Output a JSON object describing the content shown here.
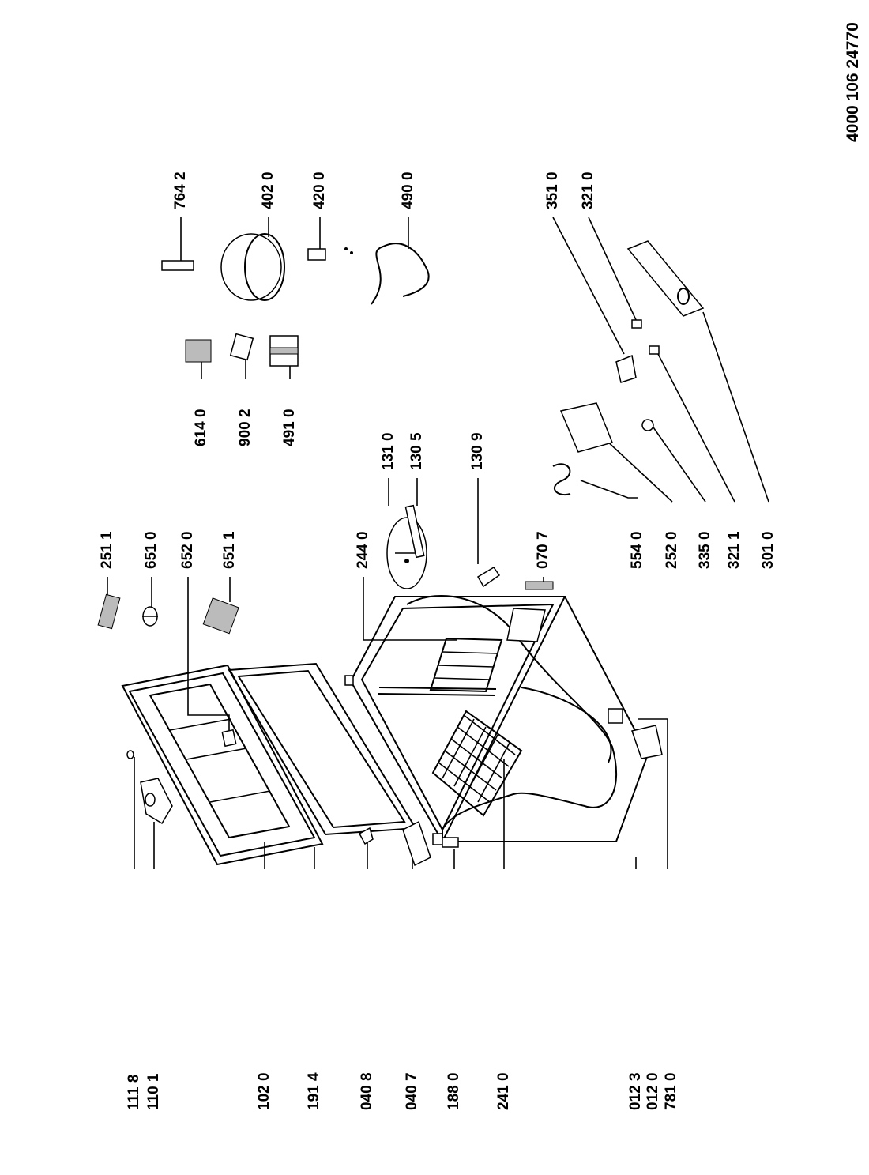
{
  "document_number": "4000 106 24770",
  "labels": {
    "p1118": "111 8",
    "p1101": "110 1",
    "p1020": "102 0",
    "p1914": "191 4",
    "p0408": "040 8",
    "p0407": "040 7",
    "p1880": "188 0",
    "p2410": "241 0",
    "p0123": "012 3",
    "p0120": "012 0",
    "p7810": "781 0",
    "p2511": "251 1",
    "p6510": "651 0",
    "p6520": "652 0",
    "p6511": "651 1",
    "p2440": "244 0",
    "p0707": "070 7",
    "p1310": "131 0",
    "p1305": "130 5",
    "p1309": "130 9",
    "p6140": "614 0",
    "p9002": "900 2",
    "p4910": "491 0",
    "p7642": "764 2",
    "p4020": "402 0",
    "p4200": "420 0",
    "p4900": "490 0",
    "p3510": "351 0",
    "p3210": "321 0",
    "p5540": "554 0",
    "p2520": "252 0",
    "p3350": "335 0",
    "p3211": "321 1",
    "p3010": "301 0"
  }
}
